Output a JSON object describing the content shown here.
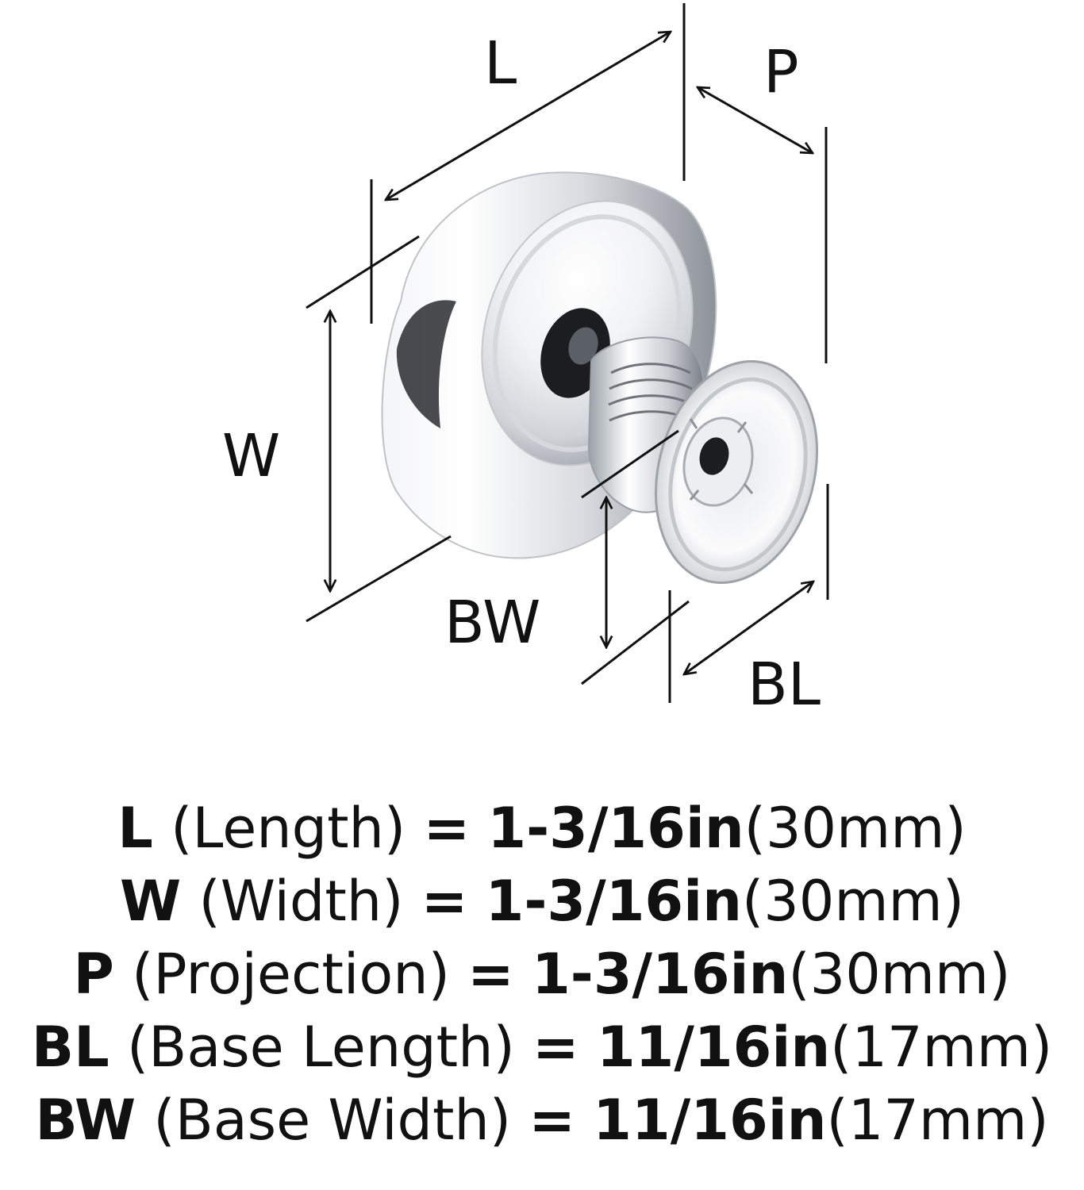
{
  "diagram": {
    "labels": {
      "L": "L",
      "P": "P",
      "W": "W",
      "BW": "BW",
      "BL": "BL"
    },
    "colors": {
      "line": "#111111",
      "chrome_light": "#f7f8fa",
      "chrome_mid": "#d6d9de",
      "chrome_dark": "#6f737a",
      "background": "#ffffff"
    }
  },
  "specs": [
    {
      "code": "L",
      "name": "(Length)",
      "eq": "=",
      "imperial": "1-3/16in",
      "metric": "(30mm)"
    },
    {
      "code": "W",
      "name": "(Width)",
      "eq": "=",
      "imperial": "1-3/16in",
      "metric": "(30mm)"
    },
    {
      "code": "P",
      "name": "(Projection)",
      "eq": "=",
      "imperial": "1-3/16in",
      "metric": "(30mm)"
    },
    {
      "code": "BL",
      "name": "(Base Length)",
      "eq": "=",
      "imperial": "11/16in",
      "metric": "(17mm)"
    },
    {
      "code": "BW",
      "name": "(Base Width)",
      "eq": "=",
      "imperial": "11/16in",
      "metric": "(17mm)"
    }
  ]
}
